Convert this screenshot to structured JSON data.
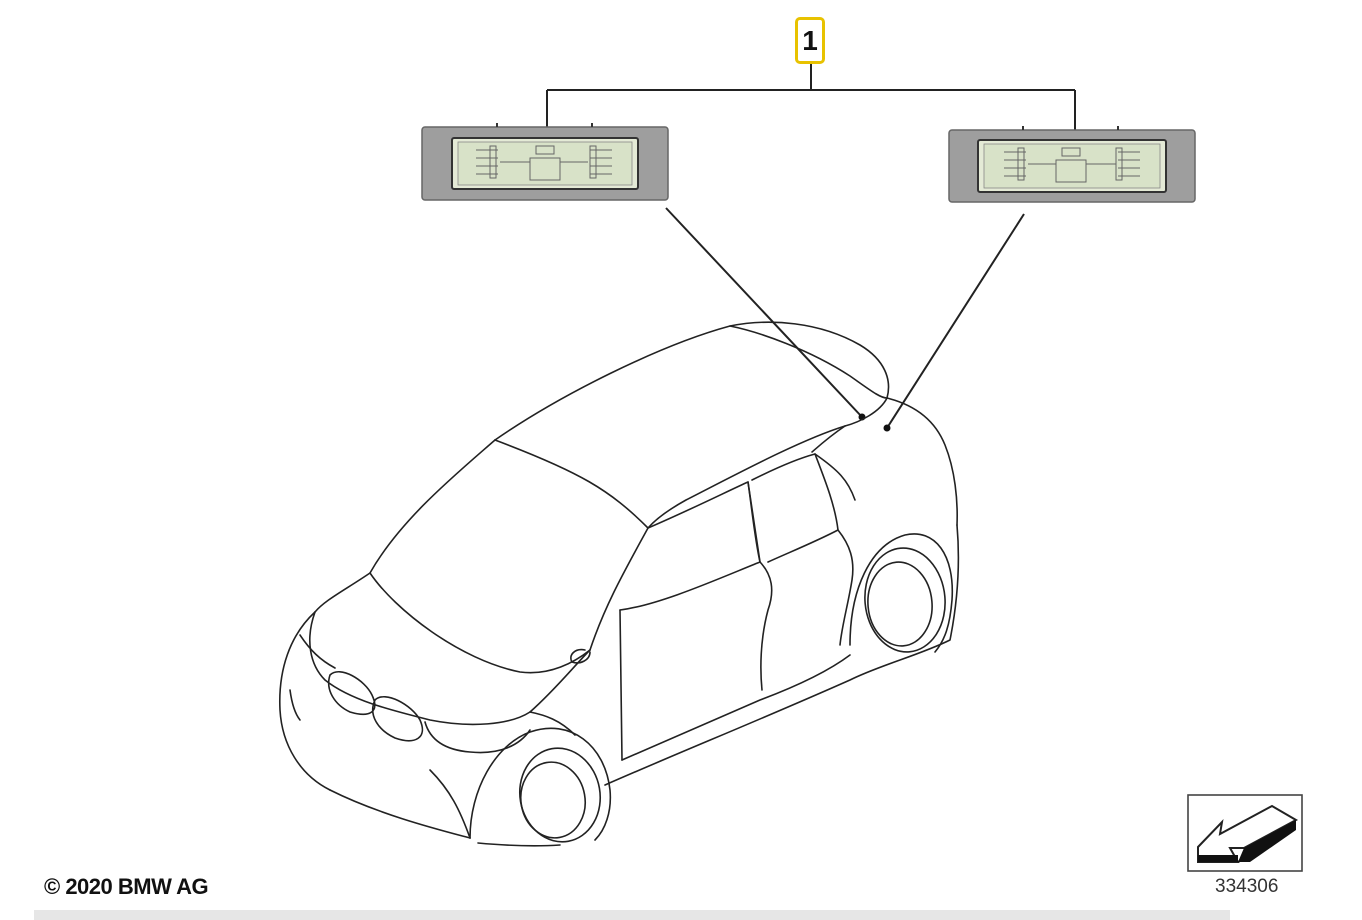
{
  "callout": {
    "number": "1"
  },
  "copyright": "© 2020 BMW AG",
  "diagram_number": "334306",
  "icons": [
    "license-plate-light-left",
    "license-plate-light-right",
    "car-outline",
    "view-direction-arrow-icon"
  ],
  "colors": {
    "callout_border": "#e8c200",
    "lamp_housing": "#9e9e9e",
    "lamp_lens": "#e4ead6"
  }
}
